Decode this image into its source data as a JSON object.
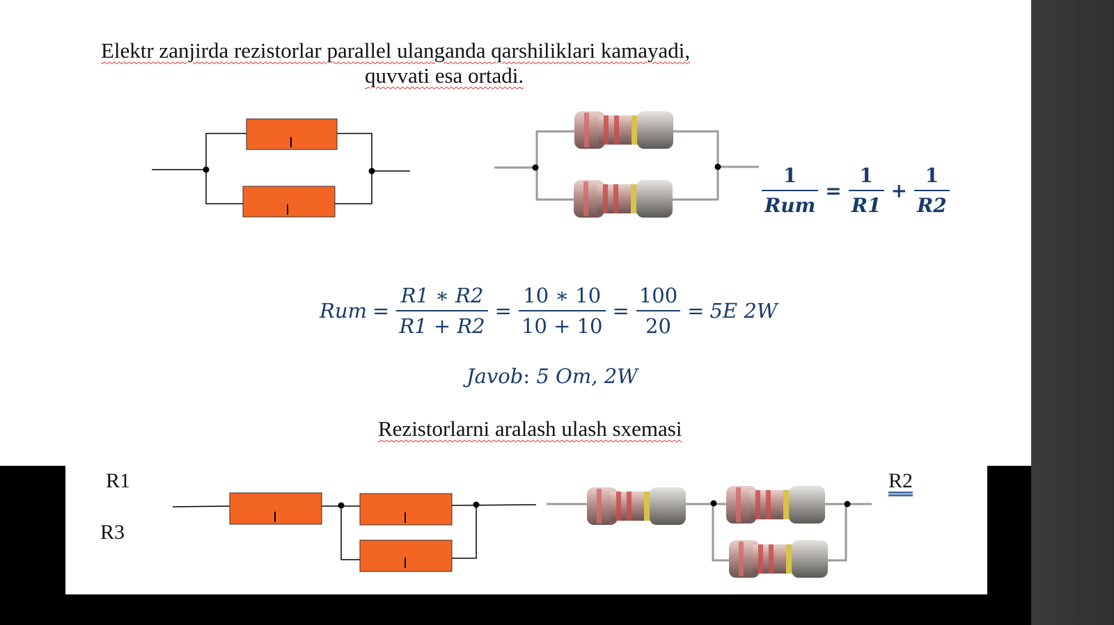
{
  "text": {
    "heading_line1": "Elektr zanjirda rezistorlar parallel ulanganda qarshiliklari kamayadi,",
    "heading_line2": "quvvati esa ortadi.",
    "subheading": "Rezistorlarni aralash ulash sxemasi"
  },
  "formula_parallel": {
    "lhs_num": "1",
    "lhs_den": "Rum",
    "eq": "=",
    "t1_num": "1",
    "t1_den": "R1",
    "plus": "+",
    "t2_num": "1",
    "t2_den": "R2"
  },
  "formula_value": {
    "lhs": "Rum",
    "eq": "=",
    "f1_num": "R1 ∗ R2",
    "f1_den": "R1 + R2",
    "f2_num": "10 ∗ 10",
    "f2_den": "10 + 10",
    "f3_num": "100",
    "f3_den": "20",
    "result": "5E 2W"
  },
  "answer": {
    "label": "Javob",
    "colon": ":",
    "value": "5 Om, 2W"
  },
  "labels": {
    "r1": "R1",
    "r2": "R2",
    "r3": "R3"
  },
  "colors": {
    "resistor_fill": "#f26522",
    "wire": "#000000",
    "formula": "#1a3a6b",
    "spellcheck_underline": "#dd3333"
  }
}
